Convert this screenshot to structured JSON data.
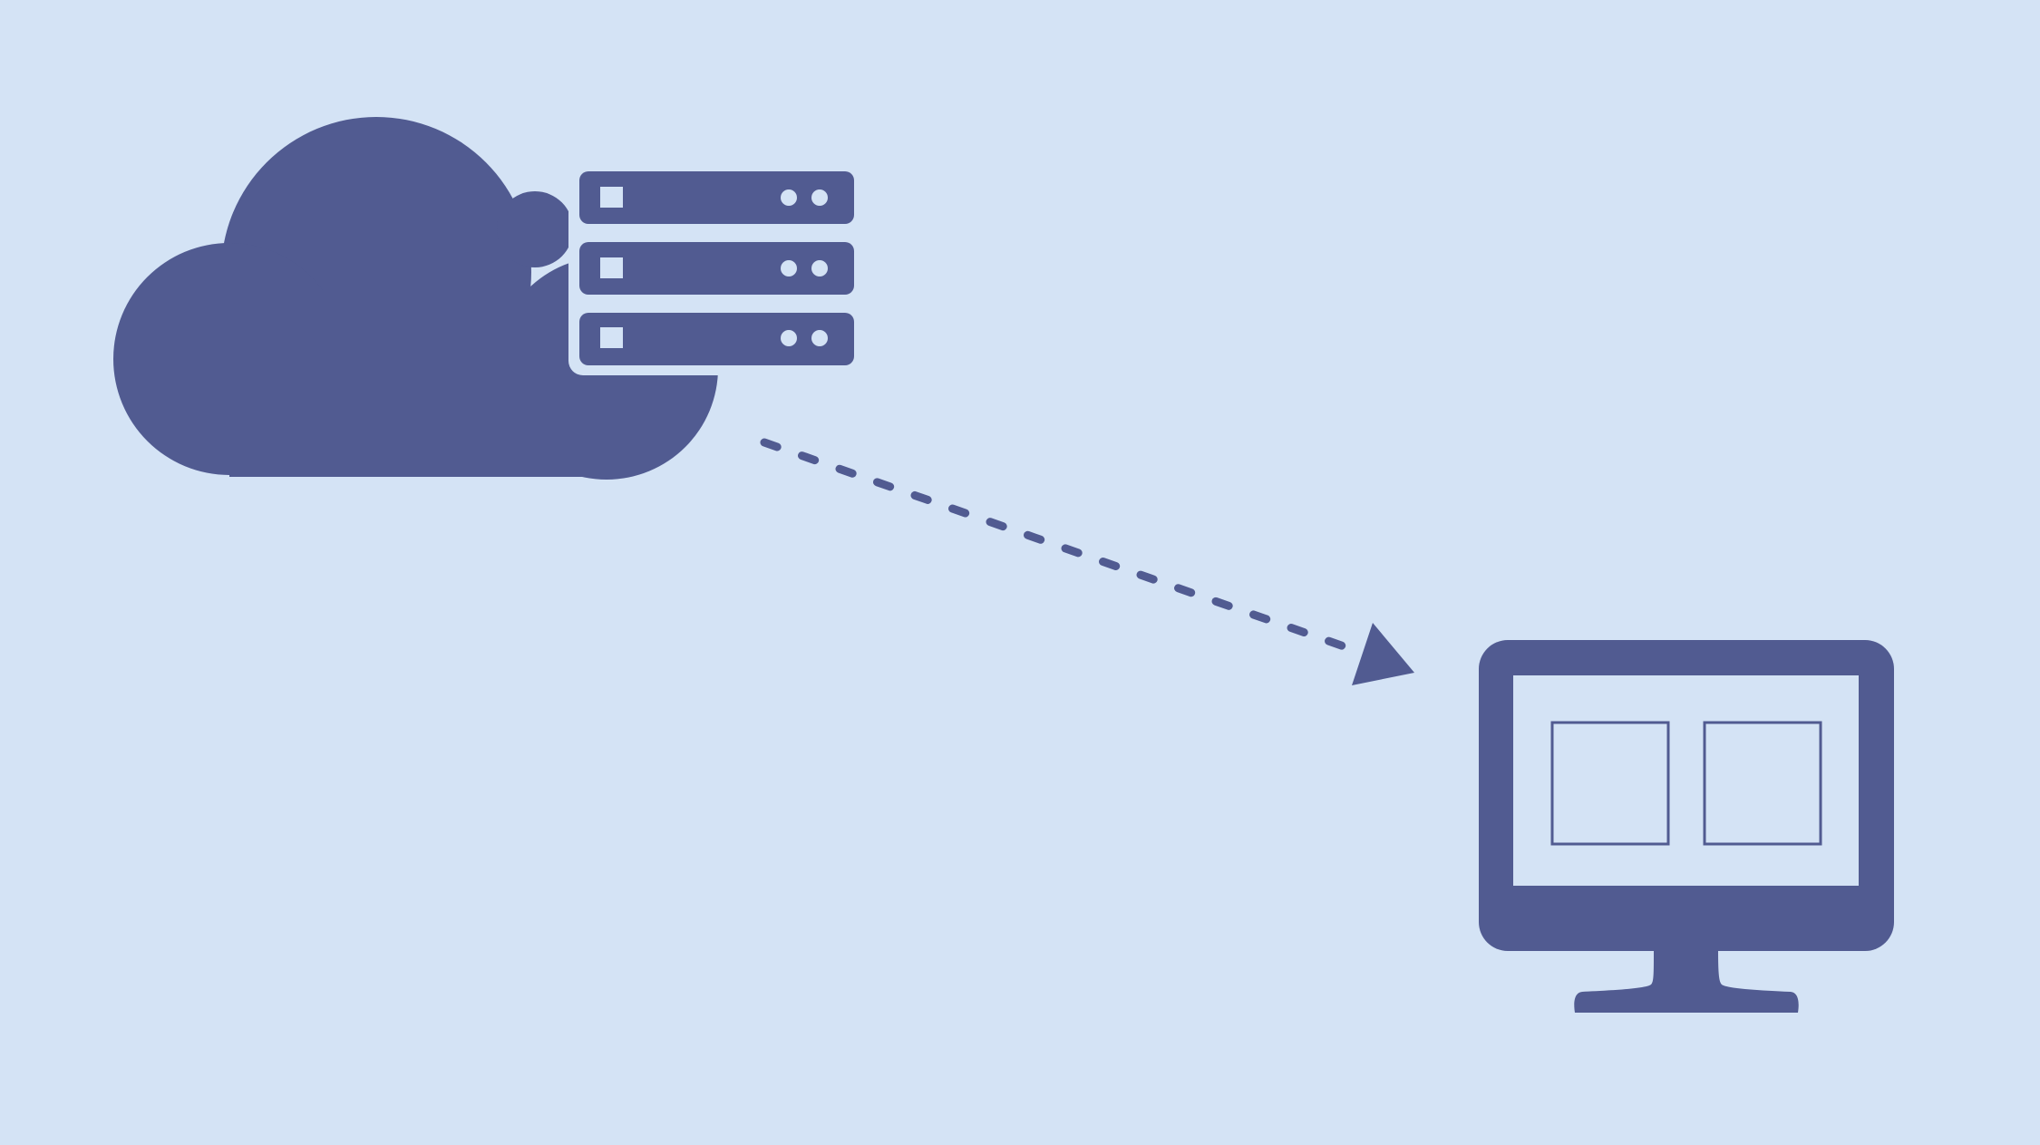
{
  "diagram": {
    "type": "cloud-to-desktop transfer illustration",
    "colors": {
      "background": "#d4e3f5",
      "primary": "#515b91",
      "cutout": "#d4e3f5"
    },
    "nodes": [
      {
        "id": "cloud-server",
        "icon": "cloud-server-icon",
        "server_units": 3,
        "lights_per_unit": 2
      },
      {
        "id": "desktop",
        "icon": "monitor-icon",
        "screen_windows": 2
      }
    ],
    "edges": [
      {
        "from": "cloud-server",
        "to": "desktop",
        "style": "dashed",
        "arrowhead": "filled-triangle"
      }
    ]
  }
}
